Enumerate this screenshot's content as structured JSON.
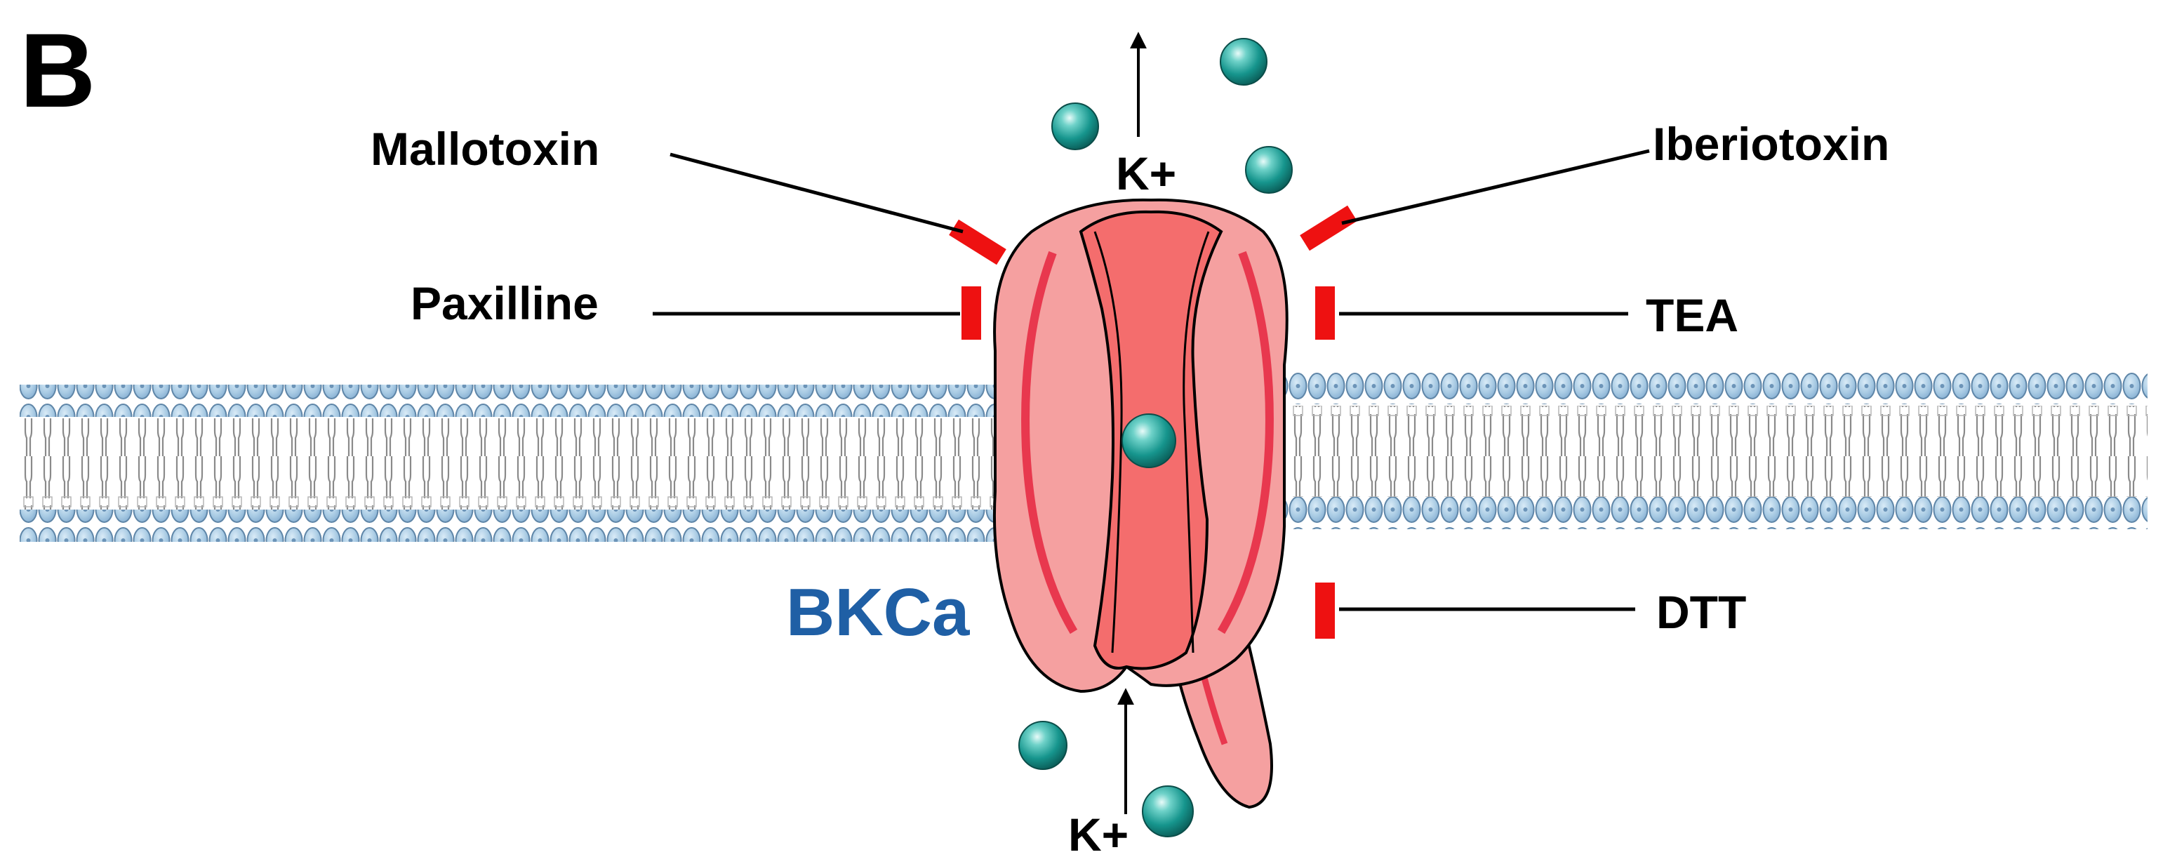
{
  "panel_letter": "B",
  "channel": {
    "label": "BKCa"
  },
  "ion": {
    "label": "K+"
  },
  "blockers": {
    "left_top": "Mallotoxin",
    "left_middle": "Paxilline",
    "right_top": "Iberiotoxin",
    "right_middle": "TEA",
    "right_bottom": "DTT"
  },
  "colors": {
    "lipid_head": "#a9cbe4",
    "lipid_head_stroke": "#5f86a8",
    "channel_light": "#f5a0a0",
    "channel_mid": "#f46d6d",
    "channel_stripe": "#e8384e",
    "blocker": "#ee1111",
    "ion_fill": "#1a9a92",
    "channel_label": "#1f5fa5"
  }
}
